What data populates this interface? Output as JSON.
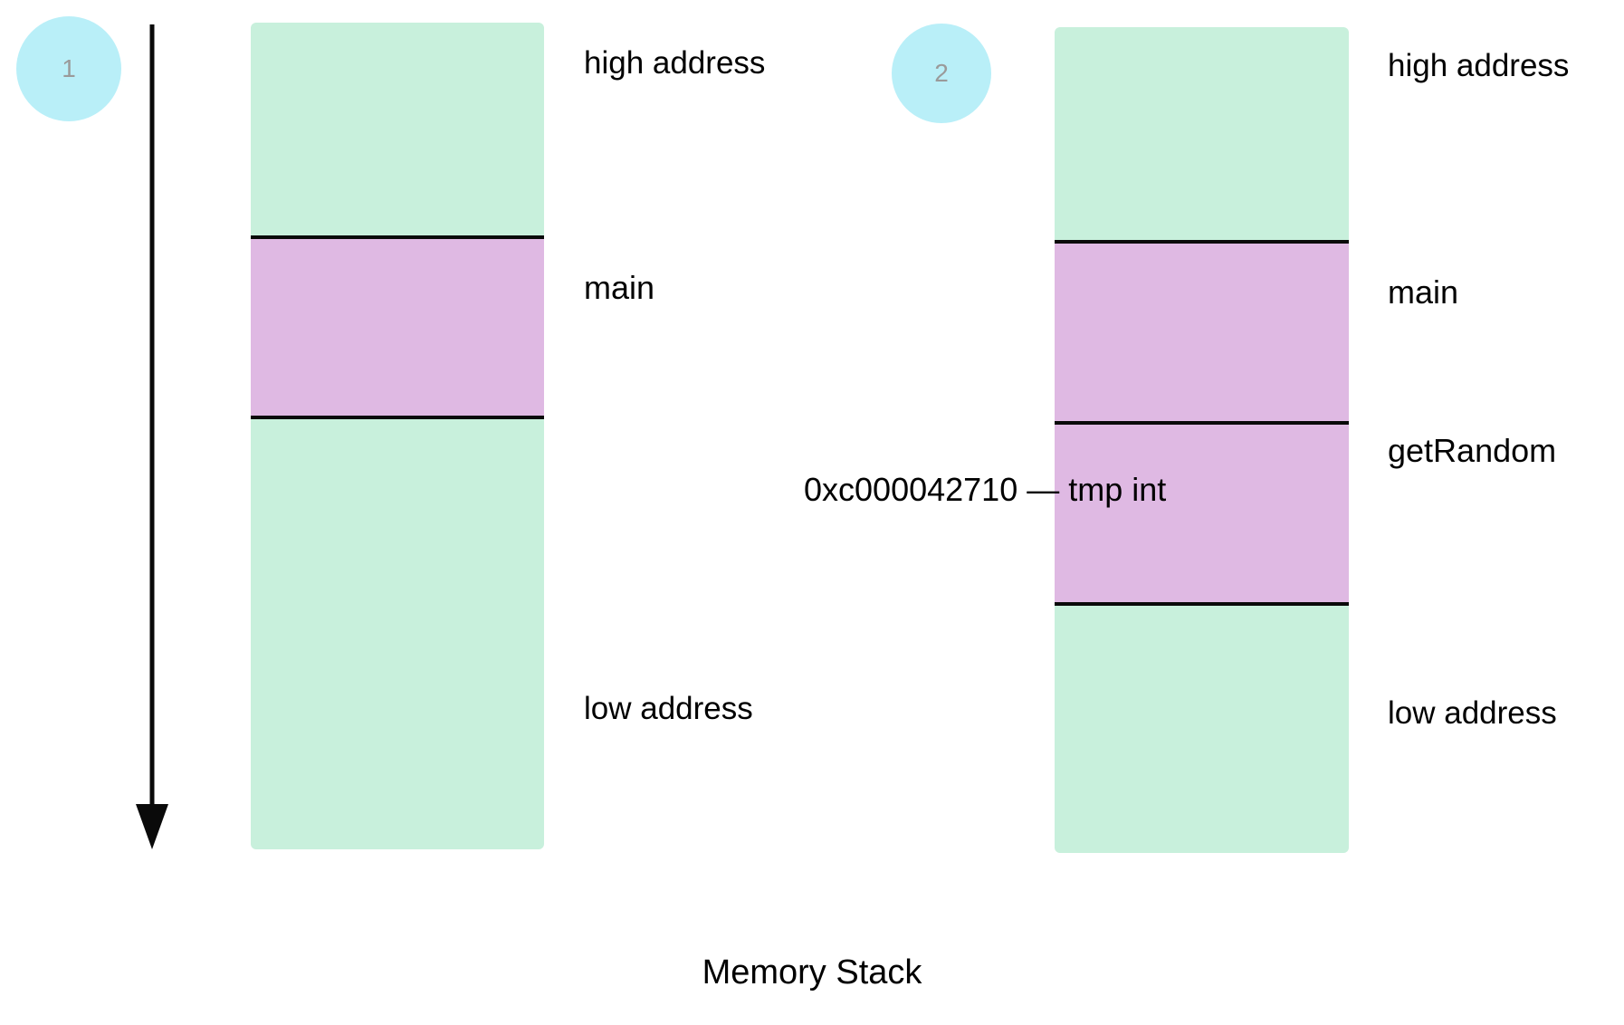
{
  "diagram": {
    "caption": "Memory Stack",
    "growth_arrow": {
      "icon": "down-arrow-icon",
      "direction": "down",
      "meaning": "stack grows from high address to low address"
    },
    "steps": [
      {
        "badge": "1"
      },
      {
        "badge": "2"
      }
    ],
    "colors": {
      "free_memory": "#C8F0DC",
      "stack_frame": "#DFB9E3",
      "badge_fill": "#B9EFF8",
      "badge_text": "#9a9a9a",
      "divider": "#0a0a0a",
      "text": "#000000",
      "background": "#ffffff"
    },
    "stacks": [
      {
        "id": "stack-1",
        "badge": "1",
        "top_label": "high address",
        "bottom_label": "low address",
        "frames": [
          {
            "name": "main",
            "label": "main",
            "type": "stack-frame"
          }
        ]
      },
      {
        "id": "stack-2",
        "badge": "2",
        "top_label": "high address",
        "bottom_label": "low address",
        "frames": [
          {
            "name": "main",
            "label": "main",
            "type": "stack-frame"
          },
          {
            "name": "getRandom",
            "label": "getRandom",
            "type": "stack-frame"
          }
        ],
        "annotation": {
          "address": "0xc000042710",
          "dash": "—",
          "variable": "tmp int",
          "full_text": "0xc000042710 — tmp int"
        }
      }
    ]
  }
}
